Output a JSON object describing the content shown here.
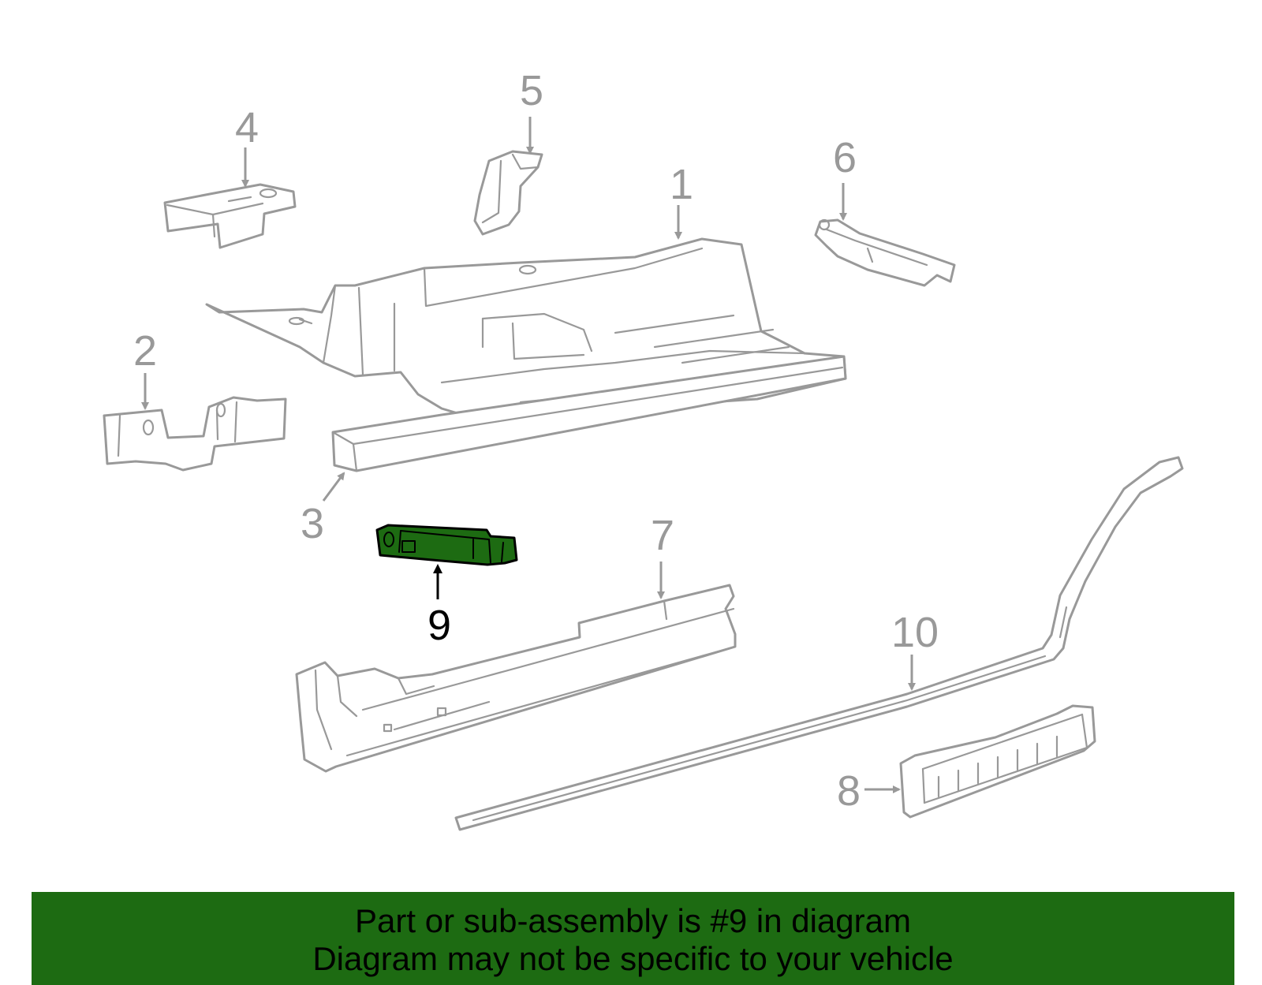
{
  "callouts": {
    "c1": "1",
    "c2": "2",
    "c3": "3",
    "c4": "4",
    "c5": "5",
    "c6": "6",
    "c7": "7",
    "c8": "8",
    "c9": "9",
    "c10": "10"
  },
  "highlighted_part": "9",
  "colors": {
    "highlight_fill": "#1d6b12",
    "part_outline": "#999999",
    "highlight_outline": "#000000",
    "banner_background": "#1d6b12"
  },
  "banner": {
    "line1": "Part or sub-assembly is #9 in diagram",
    "line2": "Diagram may not be specific to your vehicle"
  }
}
